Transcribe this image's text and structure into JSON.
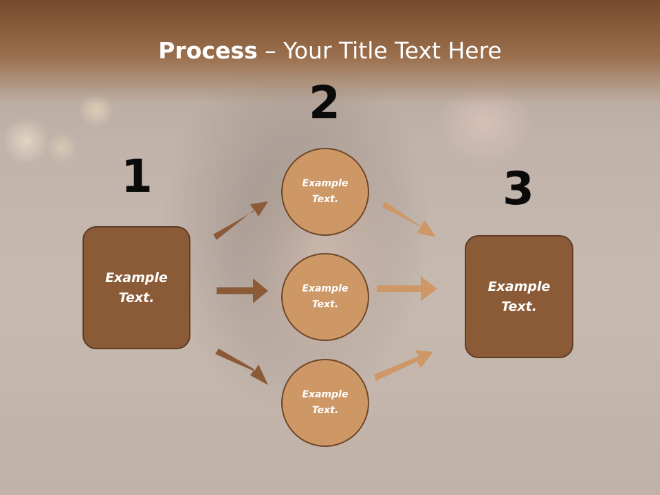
{
  "slide": {
    "title_bold": "Process",
    "title_rest": " – Your Title Text Here",
    "steps": [
      {
        "number": "1",
        "label": "Example Text."
      },
      {
        "number": "2",
        "labels": [
          "Example Text.",
          "Example Text.",
          "Example Text."
        ]
      },
      {
        "number": "3",
        "label": "Example Text."
      }
    ],
    "colors": {
      "title_band": "#764b2b",
      "box_fill": "#8b5b38",
      "circle_fill": "#cd9766",
      "arrow_dark": "#8b5b38",
      "arrow_light": "#cd9766"
    }
  }
}
